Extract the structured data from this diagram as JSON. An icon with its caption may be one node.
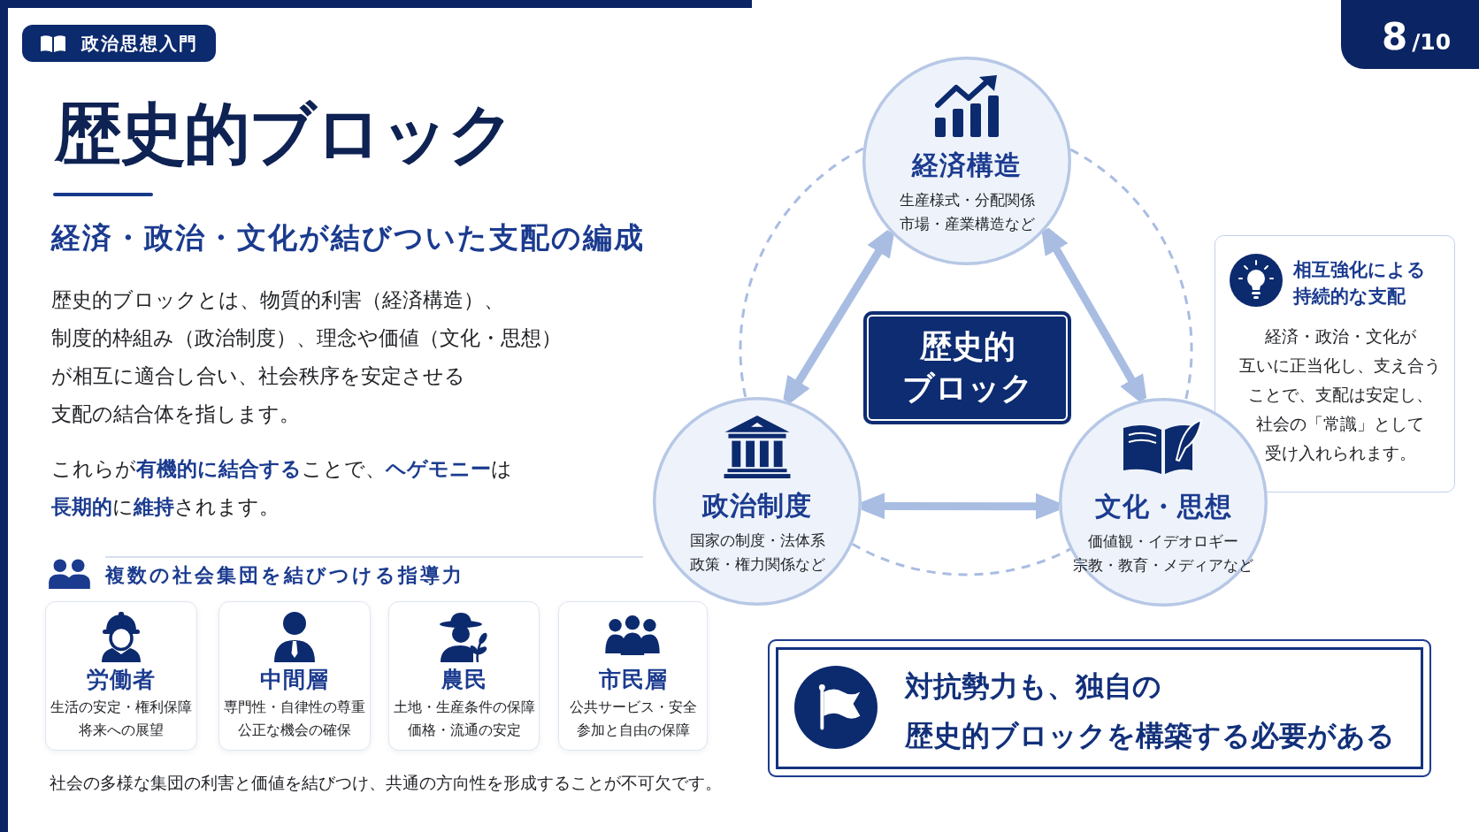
{
  "diagram": {
    "title": "歴史的ブロック",
    "nodes": [
      {
        "text": [
          "政治思想入門"
        ]
      },
      {
        "text": [
          "8",
          "/10"
        ]
      },
      {
        "text": [
          "経済構造",
          "生産様式・分配関係",
          "市場・産業構造など"
        ]
      },
      {
        "text": [
          "歴史的ブロック"
        ]
      },
      {
        "text": [
          "政治制度",
          "国家の制度・法体系",
          "政策・権力関係など"
        ]
      },
      {
        "text": [
          "文化・思想",
          "価値観・イデオロギー",
          "宗教・教育・メディアなど"
        ]
      },
      {
        "text": [
          "相互強化による持続的な支配",
          "経済・政治・文化が互いに正当化し、支え合うことで、支配は安定し、社会の「常識」として受け入れられます。"
        ]
      },
      {
        "text": [
          "労働者",
          "生活の安定・権利保障",
          "将来への展望"
        ]
      },
      {
        "text": [
          "中間層",
          "専門性・自律性の尊重",
          "公正な機会の確保"
        ]
      },
      {
        "text": [
          "農民",
          "土地・生産条件の保障",
          "価格・流通の安定"
        ]
      },
      {
        "text": [
          "市民層",
          "公共サービス・安全",
          "参加と自由の保障"
        ]
      },
      {
        "text": [
          "対抗勢力も、独自の歴史的ブロックを構築する必要がある"
        ]
      }
    ],
    "edges": [
      {
        "from": 2,
        "to": 4,
        "arrow": "both",
        "style": "thick"
      },
      {
        "from": 2,
        "to": 5,
        "arrow": "both",
        "style": "thick"
      },
      {
        "from": 4,
        "to": 5,
        "arrow": "both",
        "style": "thick"
      },
      {
        "from": 2,
        "to": 4,
        "arrow": "none",
        "style": "dashed"
      },
      {
        "from": 2,
        "to": 5,
        "arrow": "none",
        "style": "dashed"
      },
      {
        "from": 4,
        "to": 5,
        "arrow": "none",
        "style": "dashed"
      }
    ],
    "labels": [
      "経済・政治・文化が結びついた支配の編成",
      "歴史的ブロックとは、物質的利害（経済構造）、制度的枠組み（政治制度）、理念や価値（文化・思想）が相互に適合し合い、社会秩序を安定させる支配の結合体を指します。",
      "これらが**有機的に結合する**ことで、**ヘゲモニー**は**長期的**に**維持**されます。",
      "複数の社会集団を結びつける指導力",
      "社会の多様な集団の利害と価値を結びつけ、共通の方向性を形成することが不可欠です。"
    ]
  }
}
